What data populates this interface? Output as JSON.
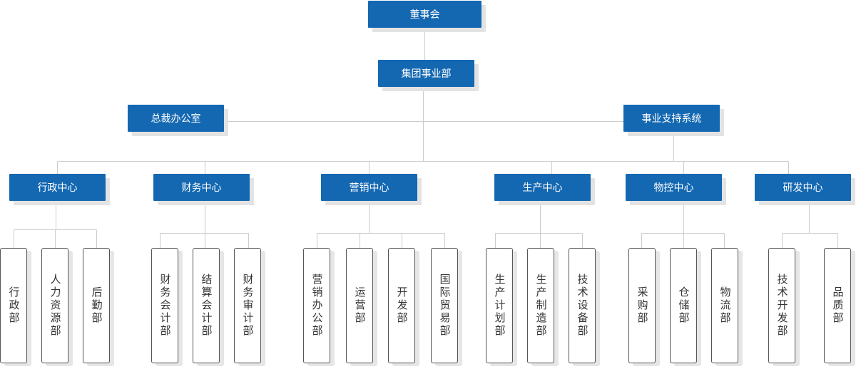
{
  "colors": {
    "box": "#1468b2",
    "line": "#cccccc",
    "leaf_border": "#555555",
    "text_dark": "#333333"
  },
  "top": {
    "board": "董事会",
    "group": "集团事业部"
  },
  "side": {
    "left": "总裁办公室",
    "right": "事业支持系统"
  },
  "centers": [
    {
      "label": "行政中心",
      "children": [
        "行政部",
        "人力资源部",
        "后勤部"
      ]
    },
    {
      "label": "财务中心",
      "children": [
        "财务会计部",
        "结算会计部",
        "财务审计部"
      ]
    },
    {
      "label": "营销中心",
      "children": [
        "营销办公部",
        "运营部",
        "开发部",
        "国际贸易部"
      ]
    },
    {
      "label": "生产中心",
      "children": [
        "生产计划部",
        "生产制造部",
        "技术设备部"
      ]
    },
    {
      "label": "物控中心",
      "children": [
        "采购部",
        "仓储部",
        "物流部"
      ]
    },
    {
      "label": "研发中心",
      "children": [
        "技术开发部",
        "品质部"
      ]
    }
  ]
}
